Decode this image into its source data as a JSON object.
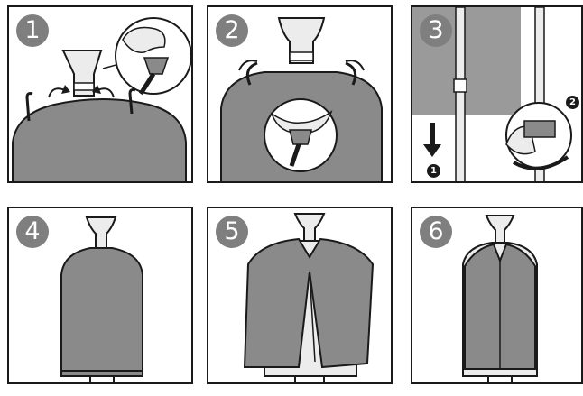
{
  "steps": [
    {
      "number": "1"
    },
    {
      "number": "2"
    },
    {
      "number": "3",
      "markers": [
        "1",
        "2"
      ]
    },
    {
      "number": "4"
    },
    {
      "number": "5"
    },
    {
      "number": "6"
    }
  ],
  "colors": {
    "line": "#1a1a1a",
    "fill_gray": "#8a8a8a",
    "fill_light": "#ececec",
    "badge": "#7f7f7f"
  }
}
